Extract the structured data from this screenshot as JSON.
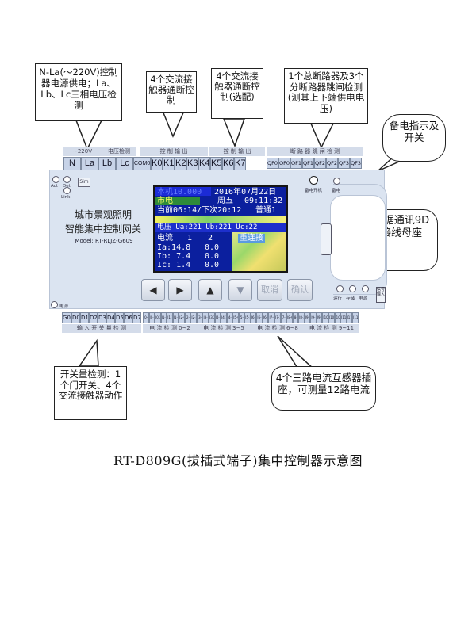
{
  "callouts": {
    "power": "N-La(～220V)控制器电源供电；La、Lb、Lc三相电压检测",
    "contactor1": "4个交流接触器通断控制",
    "contactor2": "4个交流接触器通断控制(选配)",
    "breaker": "1个总断路器及3个分断路器跳闸检测(测其上下端供电电压)",
    "backup": "备电指示及开关",
    "comm": "数据通讯9D接线母座",
    "switch_detect": "开关量检测：1个门开关、4个交流接触器动作",
    "current": "4个三路电流互感器插座，可测量12路电流"
  },
  "top_groups": {
    "v220": "~220V",
    "volt_detect": "电压检测",
    "ctrl_out1": "控 制 输 出",
    "ctrl_out2": "控 制 输 出",
    "breaker_detect": "断 路 器 跳 闸 检 测"
  },
  "top_terminals": [
    "N",
    "La",
    "Lb",
    "Lc",
    "COM0",
    "K0",
    "K1",
    "K2",
    "K3",
    "K4",
    "K5",
    "K6",
    "K7"
  ],
  "breaker_terminals": [
    "QF0-1",
    "QF0-2",
    "QF1-1",
    "QF1-2",
    "QF2-1",
    "QF2-2",
    "QF3-1",
    "QF3-2"
  ],
  "device": {
    "leds": {
      "act": "Act",
      "det": "Det",
      "link": "Link"
    },
    "sim": "Sim",
    "title1": "城市景观照明",
    "title2": "智能集中控制网关",
    "model": "Model: RT-RLJZ-G609",
    "backup_switch": "备电开机",
    "backup_led": "备电",
    "power_led": "电源",
    "right_leds": [
      "运行",
      "存储",
      "电源"
    ],
    "side_tag": "信号输入"
  },
  "screen": {
    "row1_left": "本机10.000",
    "row1_right": "2016年07月22日",
    "row2_left": "市电",
    "row2_mid": "周五",
    "row2_right": "09:11:32",
    "row3_left": "当前06:14/下次20:12",
    "row3_right": "普通1",
    "volt": "电压 Ua:221 Ub:221 Uc:22",
    "cur_label": "电流",
    "cur_1": "1",
    "cur_2": "2",
    "badge": "重连接",
    "ia": "Ia:14.8",
    "ia_v": "0.0",
    "ib": "Ib: 7.4",
    "ib_v": "0.0",
    "ic": "Ic: 1.4",
    "ic_v": "0.0"
  },
  "buttons": {
    "left": "◀",
    "right": "▶",
    "up": "▲",
    "down": "▼",
    "cancel": "取消",
    "confirm": "确认"
  },
  "bottom_terminals": [
    "G0",
    "D0",
    "D1",
    "D2",
    "D3",
    "D4",
    "D5",
    "D6",
    "D7"
  ],
  "bottom_current_terminals": [
    "I0-0",
    "I0-1",
    "I0-2",
    "I1-0",
    "I1-1",
    "I1-2",
    "I2-0",
    "I2-1",
    "I2-2",
    "I3-0",
    "I3-1",
    "I3-2",
    "I4-0",
    "I4-1",
    "I4-2",
    "I5-0",
    "I5-1",
    "I5-2",
    "I6-0",
    "I6-1",
    "I6-2",
    "I7-0",
    "I7-1",
    "I7-2",
    "I8-0",
    "I8-1",
    "I8-2",
    "I9-0",
    "I9-1",
    "I9-2",
    "I10-0",
    "I10-1",
    "I10-2",
    "I11-0",
    "I11-1",
    "I11-2"
  ],
  "bottom_groups": {
    "input": "输 入 开 关 量 检 测",
    "cur1": "电 流 检 测 0~2",
    "cur2": "电 流 检 测 3~5",
    "cur3": "电 流 检 测 6~8",
    "cur4": "电 流 检 测 9~11"
  },
  "caption": "RT-D809G(拔插式端子)集中控制器示意图"
}
